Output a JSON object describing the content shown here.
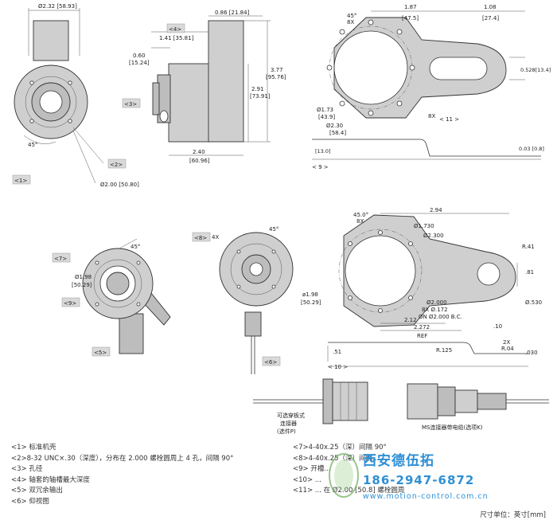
{
  "views": {
    "v1": {
      "tag": "<1>",
      "shaft_dia": "Ø2.32 [58.93]",
      "angle": "45°",
      "bolt_circle": "Ø2.00 [50.80]",
      "tag2": "<2>"
    },
    "v4": {
      "tag4": "<4>",
      "tag3": "<3>",
      "d086": "0.86 [21.84]",
      "d141": "1.41 [35.81]",
      "d060": "0.60",
      "d060b": "[15.24]",
      "d377": "3.77",
      "d377b": "[95.76]",
      "d291": "2.91",
      "d291b": "[73.91]",
      "d240": "2.40",
      "d240b": "[60.96]"
    },
    "v11": {
      "angle": "45°",
      "count": "8X",
      "d187": "1.87",
      "d187b": "[47.5]",
      "d108": "1.08",
      "d108b": "[27.4]",
      "d0528": "0.528[13.4]",
      "d173": "Ø1.73",
      "d173b": "[43.9]",
      "d230": "Ø2.30",
      "d230b": "[58.4]",
      "count2": "8X",
      "tag": "< 11 >"
    },
    "v9": {
      "d13": "[13.0]",
      "d003": "0.03 [0.8]",
      "tag": "< 9 >"
    },
    "v7": {
      "tag7": "<7>",
      "tag9": "<9>",
      "tag5": "<5>",
      "angle": "45°",
      "dia": "Ø1.98",
      "diab": "[50.29]"
    },
    "v8": {
      "tag8": "<8>",
      "count": "4X",
      "angle": "45°",
      "dia": "ø1.98",
      "diab": "[50.29]",
      "tag6": "<6>"
    },
    "v10": {
      "angle": "45.0°",
      "count": "8X",
      "d1730": "Ø1.730",
      "d2300": "Ø2.300",
      "d294": "2.94",
      "r41": "R.41",
      "d81": ".81",
      "d530": "Ø.530",
      "d2000": "Ø2.000",
      "d172": "8X Ø.172",
      "onbc": "ON Ø2.000 B.C.",
      "d212": "2.12",
      "d2272": "2.272",
      "ref": "REF",
      "d10": ".10",
      "d51": ".51",
      "r125": "R.125",
      "x2": "2X",
      "r04": "R.04",
      "d030": ".030",
      "tag": "< 10 >"
    },
    "connectors": {
      "left_label": [
        "可选穿板式",
        "连接器",
        "(选件P)"
      ],
      "right_label": "MS连接器带电缆(选项K)"
    }
  },
  "notes": {
    "left": [
      "<1> 标准机壳",
      "<2>8-32 UNC×.30（深度），分布在 2.000 螺栓圆周上 4 孔，间隔 90°",
      "<3> 孔径",
      "<4> 轴套的轴槽最大深度",
      "<5> 双冗余输出",
      "<6> 仰视图"
    ],
    "right": [
      "<7>4-40x.25（深）间隔 90°",
      "<8>4-40x.25（深）间隔...",
      "<9> 开槽...",
      "<10> ...",
      "<11> ... 在 Ø2.00 [50.8] 螺栓圆周"
    ],
    "units": "尺寸单位：英寸[mm]"
  },
  "watermark": {
    "company": "西安德伍拓",
    "phone": "186-2947-6872",
    "url": "www.motion-control.com.cn"
  }
}
